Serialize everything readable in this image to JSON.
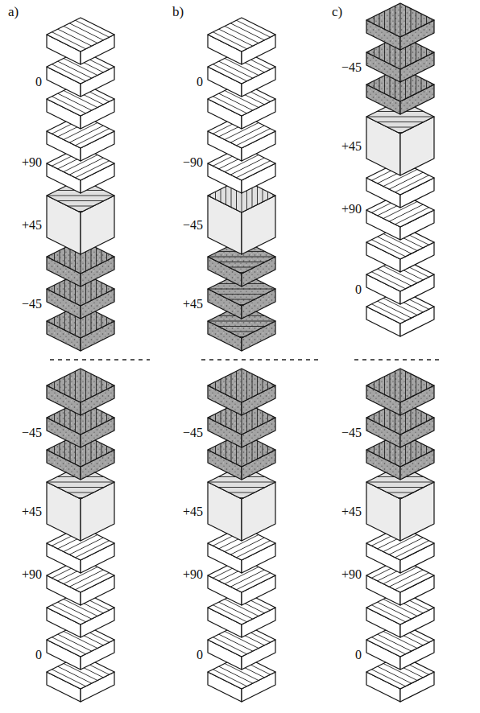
{
  "diagram": {
    "labels": [
      "a)",
      "b)",
      "c)",
      "0",
      "+90",
      "+45",
      "−45",
      "−45",
      "+45",
      "+90",
      "0",
      "0",
      "−90",
      "−45",
      "+45",
      "−45",
      "+45",
      "+90",
      "0",
      "−45",
      "+45",
      "+90",
      "0",
      "−45",
      "+45",
      "+90",
      "0"
    ]
  }
}
